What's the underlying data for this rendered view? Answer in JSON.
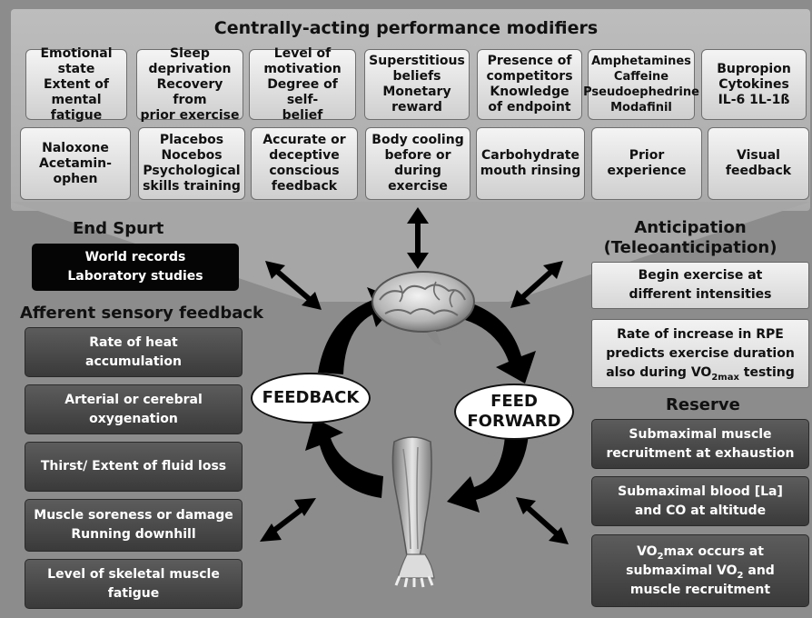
{
  "title": "Centrally-acting performance modifiers",
  "modifiers_row1": [
    "Emotional\nstate\nExtent of\nmental fatigue",
    "Sleep\ndeprivation\nRecovery from\nprior exercise",
    "Level of\nmotivation\nDegree of self-\nbelief",
    "Superstitious\nbeliefs\nMonetary\nreward",
    "Presence of\ncompetitors\nKnowledge\nof endpoint",
    "Amphetamines\nCaffeine\nPseudoephedrine\nModafinil",
    "Bupropion\nCytokines\nIL-6   1L-1ß"
  ],
  "modifiers_row2": [
    "Naloxone\nAcetamin-\nophen",
    "Placebos\nNocebos\nPsychological\nskills training",
    "Accurate or\ndeceptive\nconscious\nfeedback",
    "Body cooling\nbefore or\nduring\nexercise",
    "Carbohydrate\nmouth rinsing",
    "Prior\nexperience",
    "Visual\nfeedback"
  ],
  "end_spurt": {
    "heading": "End Spurt",
    "text": "World records\nLaboratory studies"
  },
  "afferent": {
    "heading": "Afferent sensory feedback",
    "items": [
      "Rate of heat\naccumulation",
      "Arterial or cerebral\noxygenation",
      "Thirst/ Extent of fluid loss",
      "Muscle soreness or damage\nRunning downhill",
      "Level of skeletal muscle\nfatigue"
    ]
  },
  "anticipation": {
    "heading": "Anticipation\n(Teleoanticipation)",
    "item1": "Begin exercise at\ndifferent intensities",
    "item2_line1": "Rate of increase in RPE",
    "item2_line2": "predicts exercise duration",
    "item2_line3_prefix": "also during VO",
    "item2_line3_sub": "2max",
    "item2_line3_suffix": " testing"
  },
  "reserve": {
    "heading": "Reserve",
    "item1": "Submaximal muscle\nrecruitment at exhaustion",
    "item2": "Submaximal blood [La]\nand CO at altitude",
    "item3_l1_a": "VO",
    "item3_l1_sub": "2",
    "item3_l1_b": "max occurs at",
    "item3_l2_a": "submaximal VO",
    "item3_l2_sub": "2",
    "item3_l2_b": " and",
    "item3_l3": "muscle recruitment"
  },
  "loop": {
    "feedback": "FEEDBACK",
    "feedforward": "FEED\nFORWARD"
  },
  "icons": [
    "brain-icon",
    "muscle-leg-icon"
  ],
  "colors": {
    "background": "#8c8c8c",
    "dark_box": "#464646",
    "light_box": "#e6e6e6",
    "black_box": "#050505"
  }
}
